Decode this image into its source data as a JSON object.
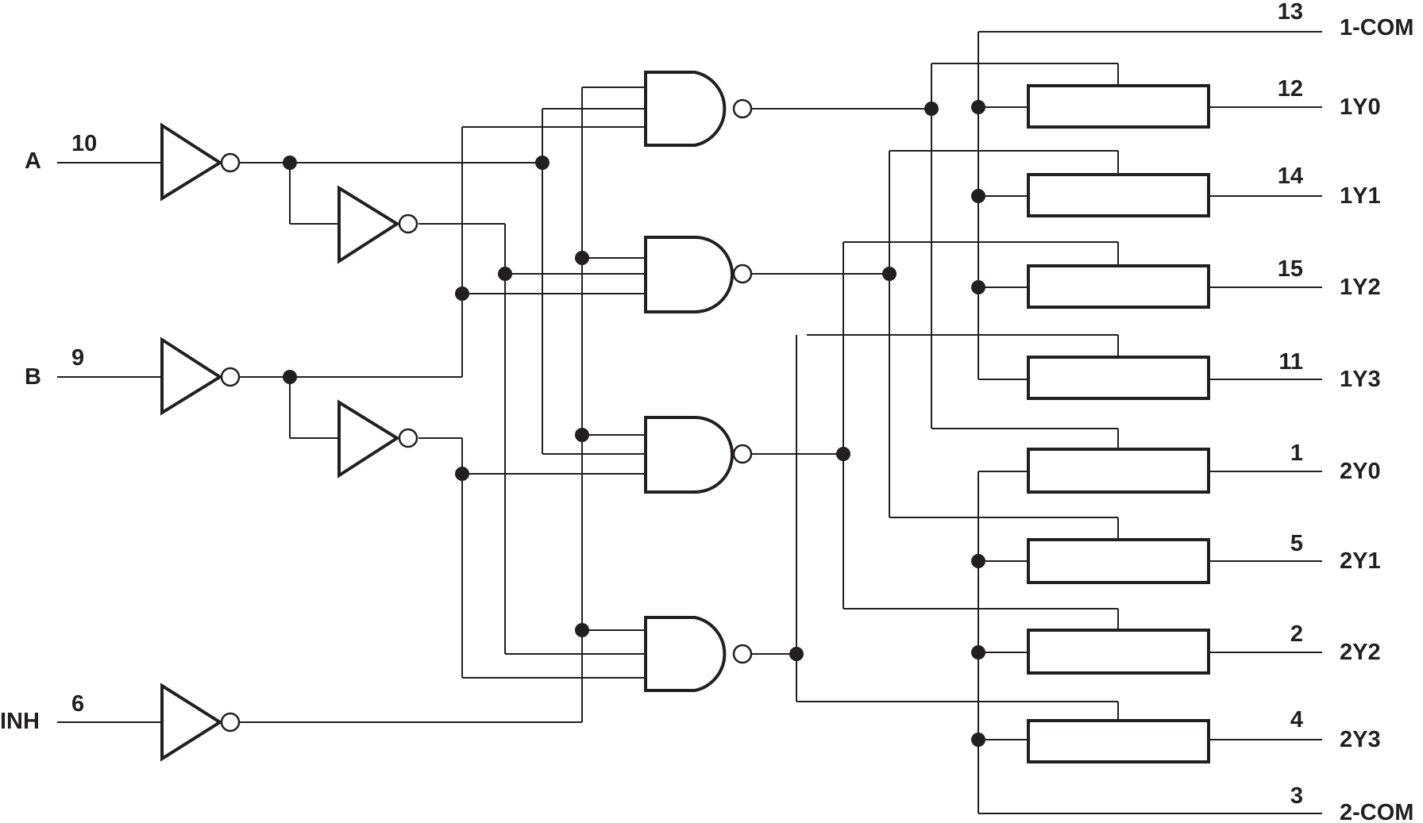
{
  "inputs": [
    {
      "name": "A",
      "pin": "10"
    },
    {
      "name": "B",
      "pin": "9"
    },
    {
      "name": "INH",
      "pin": "6"
    }
  ],
  "common": [
    {
      "name": "1-COM",
      "pin": "13"
    },
    {
      "name": "2-COM",
      "pin": "3"
    }
  ],
  "outputs": [
    {
      "name": "1Y0",
      "pin": "12"
    },
    {
      "name": "1Y1",
      "pin": "14"
    },
    {
      "name": "1Y2",
      "pin": "15"
    },
    {
      "name": "1Y3",
      "pin": "11"
    },
    {
      "name": "2Y0",
      "pin": "1"
    },
    {
      "name": "2Y1",
      "pin": "5"
    },
    {
      "name": "2Y2",
      "pin": "2"
    },
    {
      "name": "2Y3",
      "pin": "4"
    }
  ],
  "colors": {
    "ink": "#231f20",
    "background": "#ffffff"
  },
  "components": {
    "input_buffers": "inverter",
    "decoder_gates": "nand",
    "switches": "transmission-gate"
  }
}
